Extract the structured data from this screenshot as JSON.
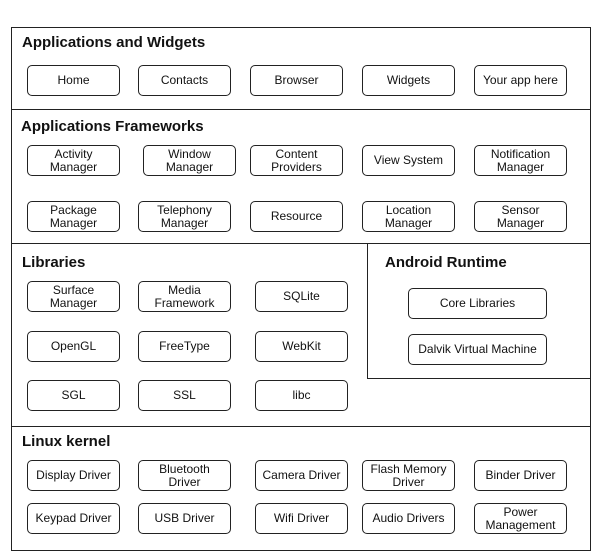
{
  "sections": {
    "apps": {
      "title": "Applications and Widgets",
      "items": [
        "Home",
        "Contacts",
        "Browser",
        "Widgets",
        "Your app here"
      ]
    },
    "frameworks": {
      "title": "Applications Frameworks",
      "items": [
        "Activity\nManager",
        "Window\nManager",
        "Content\nProviders",
        "View System",
        "Notification\nManager",
        "Package\nManager",
        "Telephony\nManager",
        "Resource",
        "Location\nManager",
        "Sensor\nManager"
      ]
    },
    "libraries": {
      "title": "Libraries",
      "items": [
        "Surface\nManager",
        "Media\nFramework",
        "SQLite",
        "OpenGL",
        "FreeType",
        "WebKit",
        "SGL",
        "SSL",
        "libc"
      ]
    },
    "runtime": {
      "title": "Android Runtime",
      "items": [
        "Core Libraries",
        "Dalvik Virtual Machine"
      ]
    },
    "kernel": {
      "title": "Linux kernel",
      "items": [
        "Display Driver",
        "Bluetooth\nDriver",
        "Camera Driver",
        "Flash Memory\nDriver",
        "Binder Driver",
        "Keypad Driver",
        "USB Driver",
        "Wifi Driver",
        "Audio Drivers",
        "Power\nManagement"
      ]
    }
  }
}
